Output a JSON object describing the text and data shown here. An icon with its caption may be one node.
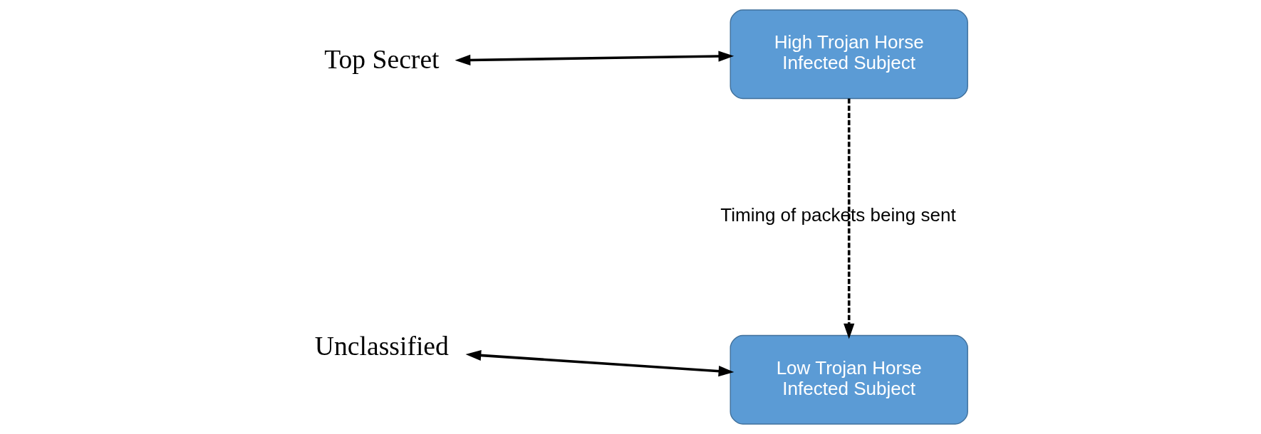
{
  "diagram": {
    "nodes": [
      {
        "text": [
          "Top Secret"
        ]
      },
      {
        "text": [
          "High Trojan Horse Infected Subject"
        ]
      },
      {
        "text": [
          "Unclassified"
        ]
      },
      {
        "text": [
          "Low Trojan Horse Infected Subject"
        ]
      }
    ],
    "edges": [
      {
        "from": 0,
        "to": 1,
        "arrow": "both"
      },
      {
        "from": 1,
        "to": 3,
        "arrow": "to",
        "style": "dashed",
        "label": "Timing of packets being sent"
      },
      {
        "from": 2,
        "to": 3,
        "arrow": "both"
      }
    ]
  }
}
